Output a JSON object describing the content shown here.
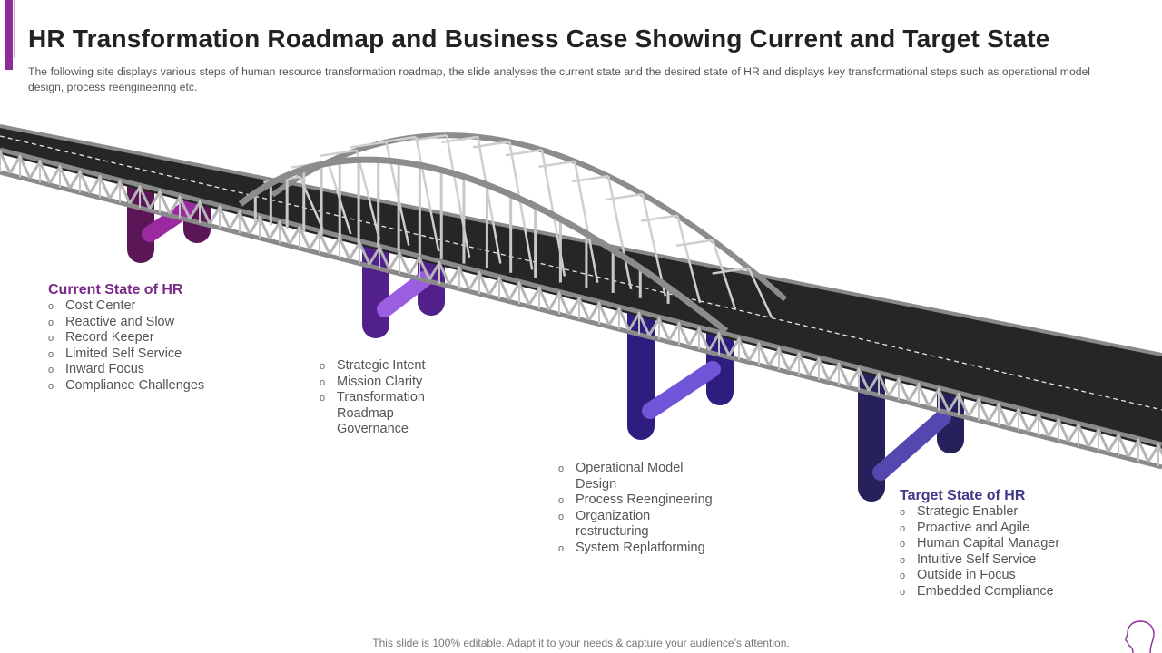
{
  "slide": {
    "title": "HR Transformation Roadmap and Business Case Showing Current and Target State",
    "subtitle": "The following  site displays various  steps of human resource transformation roadmap, the slide analyses the current state and the desired state of HR and displays key transformational  steps such as operational  model design, process reengineering  etc.",
    "accent_color": "#8e2a9b"
  },
  "current_state": {
    "heading": "Current State of HR",
    "items": [
      "Cost Center",
      "Reactive and Slow",
      "Record Keeper",
      "Limited Self Service",
      "Inward Focus",
      "Compliance Challenges"
    ]
  },
  "step_1": {
    "items": [
      "Strategic Intent",
      "Mission Clarity",
      "Transformation Roadmap Governance"
    ]
  },
  "step_2": {
    "items": [
      "Operational Model Design",
      "Process Reengineering",
      "Organization restructuring",
      "System Replatforming"
    ]
  },
  "target_state": {
    "heading": "Target State of HR",
    "items": [
      "Strategic Enabler",
      "Proactive and Agile",
      "Human Capital Manager",
      "Intuitive Self Service",
      "Outside in Focus",
      "Embedded Compliance"
    ]
  },
  "pillar_colors": [
    {
      "dark": "#5a1656",
      "light": "#9b2aa0"
    },
    {
      "dark": "#52208a",
      "light": "#9c5ee0"
    },
    {
      "dark": "#2e1c7e",
      "light": "#7055d8"
    },
    {
      "dark": "#25215a",
      "light": "#5448b0"
    }
  ],
  "footer": "This slide is 100% editable. Adapt it to your needs & capture your audience’s attention.",
  "icons": {
    "head": "human-head-outline-icon"
  }
}
